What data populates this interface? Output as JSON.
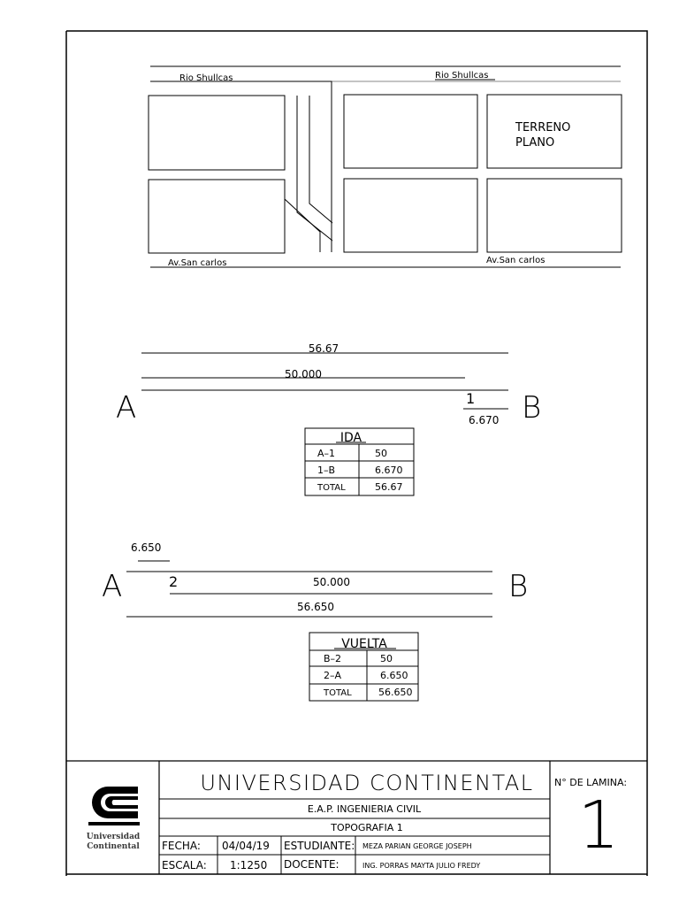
{
  "site_plan": {
    "river_label_left": "Rio Shullcas",
    "river_label_right": "Rio Shullcas",
    "terrain_label_line1": "TERRENO",
    "terrain_label_line2": "PLANO",
    "avenue_label_left": "Av.San carlos",
    "avenue_label_right": "Av.San carlos"
  },
  "ida_diagram": {
    "point_start": "A",
    "point_end": "B",
    "total_length": "56.67",
    "segment_1": "50.000",
    "station_label": "1",
    "segment_2": "6.670"
  },
  "ida_table": {
    "title": "IDA",
    "rows": [
      {
        "tramo": "A–1",
        "valor": "50"
      },
      {
        "tramo": "1–B",
        "valor": "6.670"
      },
      {
        "tramo": "TOTAL",
        "valor": "56.67"
      }
    ]
  },
  "vuelta_diagram": {
    "point_start": "A",
    "point_end": "B",
    "segment_short": "6.650",
    "station_label": "2",
    "segment_long": "50.000",
    "total_length": "56.650"
  },
  "vuelta_table": {
    "title": "VUELTA",
    "rows": [
      {
        "tramo": "B–2",
        "valor": "50"
      },
      {
        "tramo": "2–A",
        "valor": "6.650"
      },
      {
        "tramo": "TOTAL",
        "valor": "56.650"
      }
    ]
  },
  "title_block": {
    "logo_text_line1": "Universidad",
    "logo_text_line2": "Continental",
    "university": "UNIVERSIDAD CONTINENTAL",
    "school": "E.A.P. INGENIERIA CIVIL",
    "course": "TOPOGRAFIA 1",
    "fecha_label": "FECHA:",
    "fecha_value": "04/04/19",
    "estudiante_label": "ESTUDIANTE:",
    "estudiante_value": "MEZA PARIAN GEORGE JOSEPH",
    "escala_label": "ESCALA:",
    "escala_value": "1:1250",
    "docente_label": "DOCENTE:",
    "docente_value": "ING. PORRAS MAYTA JULIO FREDY",
    "lamina_label": "N° DE LAMINA:",
    "lamina_number": "1"
  },
  "colors": {
    "ink": "#000000",
    "logo_text": "#3a3a3a",
    "paper": "#ffffff"
  }
}
